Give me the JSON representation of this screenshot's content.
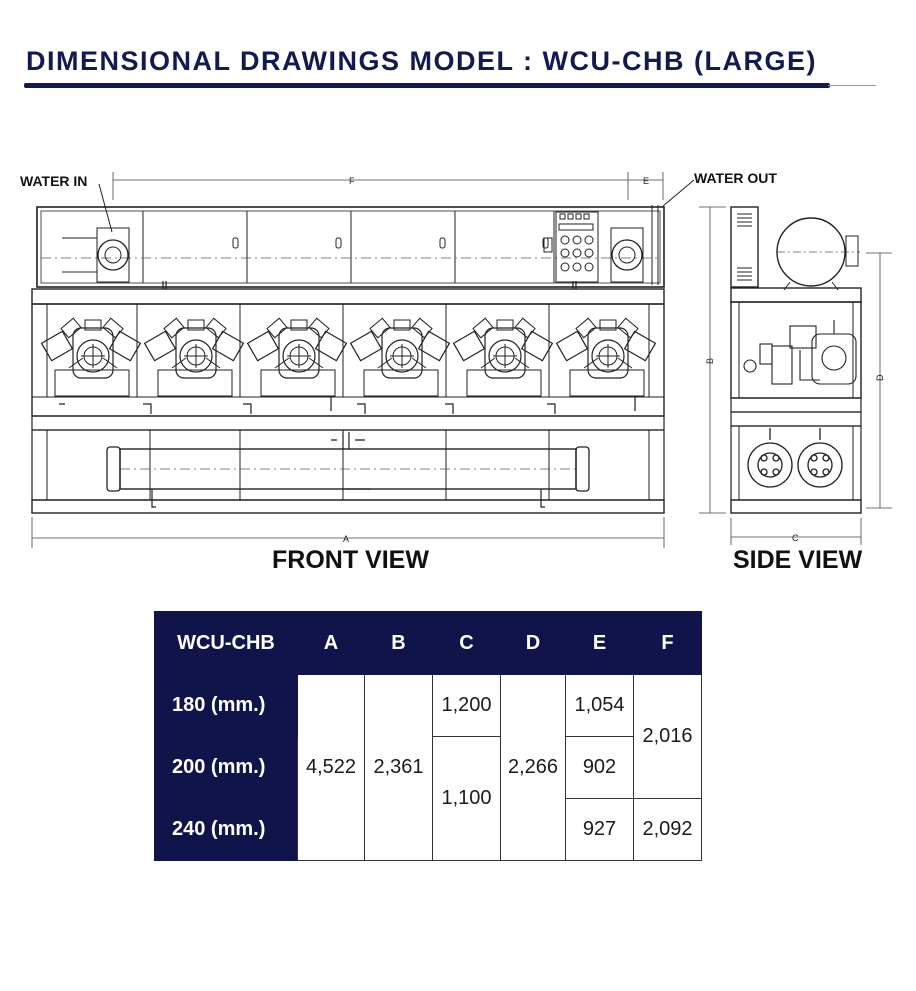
{
  "header": {
    "title": "DIMENSIONAL DRAWINGS MODEL : WCU-CHB (LARGE)"
  },
  "drawing": {
    "water_in": "WATER IN",
    "water_out": "WATER OUT",
    "front_view": "FRONT VIEW",
    "side_view": "SIDE VIEW",
    "dims": {
      "a": "A",
      "b": "B",
      "c": "C",
      "d": "D",
      "e": "E",
      "f": "F"
    }
  },
  "table": {
    "headers": [
      "WCU-CHB",
      "A",
      "B",
      "C",
      "D",
      "E",
      "F"
    ],
    "rows": [
      {
        "model": "180  (mm.)",
        "C": "1,200",
        "E": "1,054"
      },
      {
        "model": "200  (mm.)",
        "E": "902"
      },
      {
        "model": "240  (mm.)",
        "E": "927",
        "F": "2,092"
      }
    ],
    "merged": {
      "A": "4,522",
      "B": "2,361",
      "C_200_240": "1,100",
      "D": "2,266",
      "F_180_200": "2,016"
    }
  }
}
